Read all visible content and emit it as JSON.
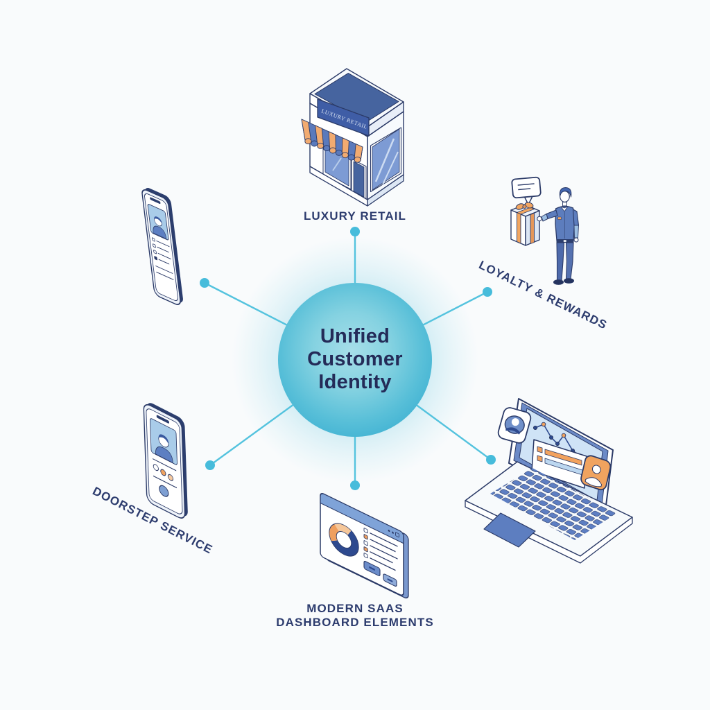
{
  "title": "Unified Customer Identity diagram",
  "palette": {
    "background": "#f9fbfc",
    "outline_navy": "#2b3a67",
    "label_navy": "#2d3c6e",
    "hub_text_navy": "#242b58",
    "hub_teal_center": "#a6dee9",
    "hub_teal_edge": "#3fb1d2",
    "spoke_cyan": "#54c3de",
    "dot_cyan": "#47bcdb",
    "blue_mid": "#5d7dbd",
    "blue_panel": "#46649f",
    "blue_light": "#a9cce9",
    "screen_blue": "#cfe3f6",
    "orange": "#f2a660",
    "peach": "#f6c79a"
  },
  "hub": {
    "lines": [
      "Unified",
      "Customer",
      "Identity"
    ]
  },
  "nodes": [
    {
      "id": "luxury-retail",
      "label": "LUXURY RETAIL",
      "icon": "storefront-icon",
      "sign_text": "LUXURY RETAIL"
    },
    {
      "id": "customer-profile-phone",
      "label": "",
      "icon": "profile-phone-icon"
    },
    {
      "id": "loyalty-rewards",
      "label": "LOYALTY & REWARDS",
      "icon": "gift-person-icon"
    },
    {
      "id": "doorstep-service",
      "label": "DOORSTEP SERVICE",
      "icon": "service-phone-icon"
    },
    {
      "id": "saas-dashboard",
      "label_lines": [
        "MODERN SAAS",
        "DASHBOARD ELEMENTS"
      ],
      "icon": "dashboard-window-icon"
    },
    {
      "id": "analytics-laptop",
      "label": "",
      "icon": "analytics-laptop-icon"
    }
  ]
}
